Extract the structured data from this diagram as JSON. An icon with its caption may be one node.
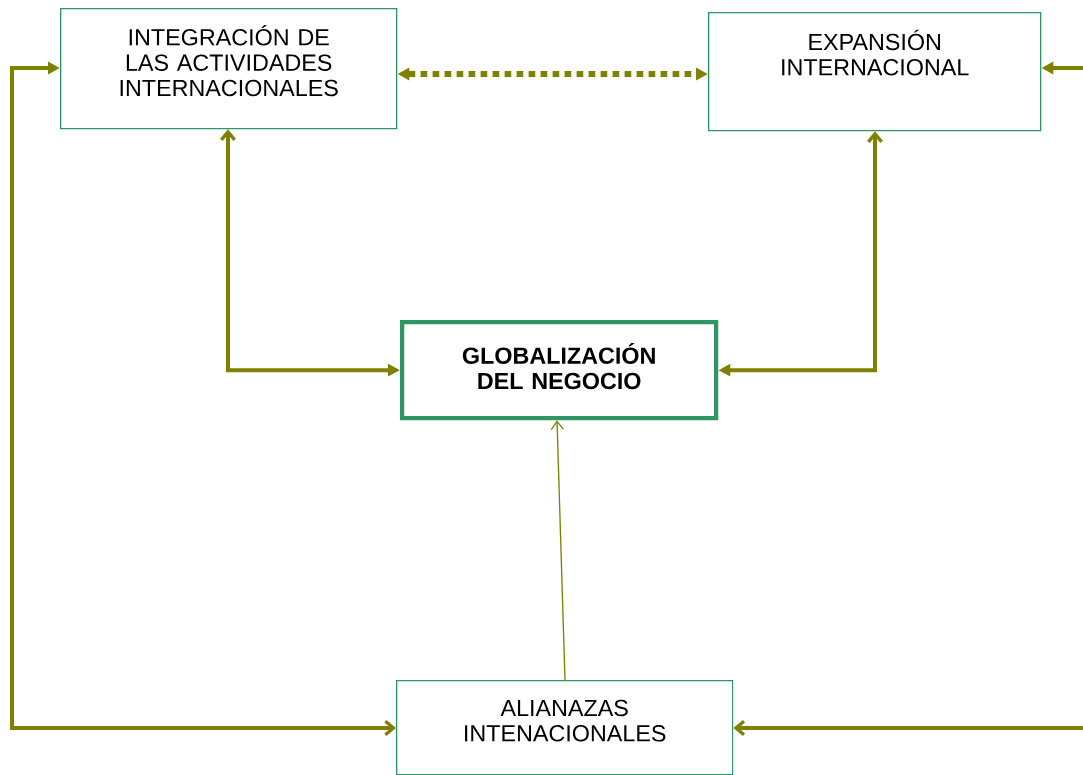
{
  "diagram": {
    "nodes": [
      {
        "text": [
          "INTEGRACIÓN DE LAS ACTIVIDADES INTERNACIONALES"
        ]
      },
      {
        "text": [
          "EXPANSIÓN INTERNACIONAL"
        ]
      },
      {
        "text": [
          "GLOBALIZACIÓN DEL NEGOCIO"
        ]
      },
      {
        "text": [
          "ALIANAZAS INTENACIONALES"
        ]
      }
    ],
    "edges": [
      {
        "from": 0,
        "to": 1,
        "arrow": "both",
        "style": "dashed"
      },
      {
        "from": 0,
        "to": 2,
        "arrow": "both"
      },
      {
        "from": 1,
        "to": 2,
        "arrow": "both"
      },
      {
        "from": 3,
        "to": 2,
        "arrow": "to"
      },
      {
        "from": 0,
        "to": 3,
        "arrow": "both"
      },
      {
        "from": null,
        "to": 1,
        "arrow": "to"
      },
      {
        "from": null,
        "to": 3,
        "arrow": "to"
      }
    ]
  }
}
